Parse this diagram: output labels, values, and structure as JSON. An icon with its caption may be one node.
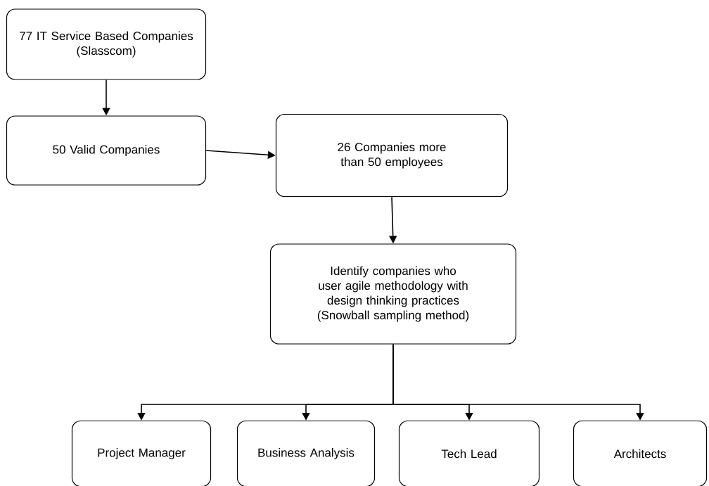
{
  "diagram": {
    "nodes": [
      {
        "text": [
          "77 IT Service Based Companies",
          "(Slasscom)"
        ]
      },
      {
        "text": [
          "50 Valid Companies"
        ]
      },
      {
        "text": [
          "26 Companies more than 50 employees"
        ]
      },
      {
        "text": [
          "Identify companies who user agile methodology with design thinking practices",
          "(Snowball sampling method)"
        ]
      },
      {
        "text": [
          "Project Manager"
        ]
      },
      {
        "text": [
          "Business Analysis"
        ]
      },
      {
        "text": [
          "Tech Lead"
        ]
      },
      {
        "text": [
          "Architects"
        ]
      }
    ],
    "edges": [
      {
        "from": 0,
        "to": 1,
        "arrow": "to"
      },
      {
        "from": 1,
        "to": 2,
        "arrow": "to"
      },
      {
        "from": 2,
        "to": 3,
        "arrow": "to"
      },
      {
        "from": 3,
        "to": 4,
        "arrow": "to"
      },
      {
        "from": 3,
        "to": 5,
        "arrow": "to"
      },
      {
        "from": 3,
        "to": 6,
        "arrow": "to"
      },
      {
        "from": 3,
        "to": 7,
        "arrow": "to"
      }
    ]
  }
}
